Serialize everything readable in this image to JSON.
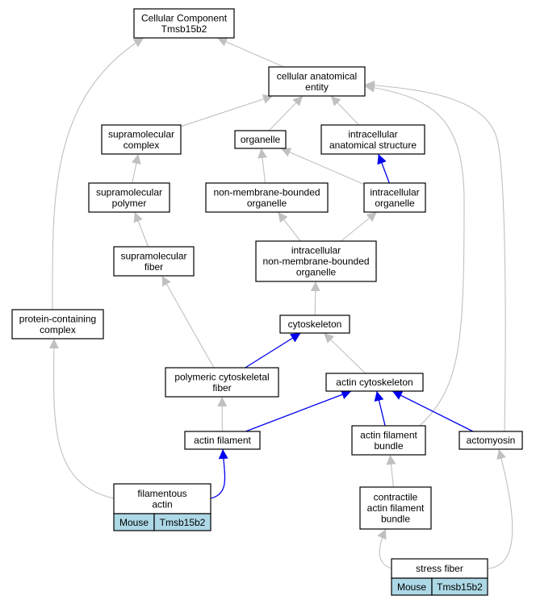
{
  "colors": {
    "edge_gray": "#c0c0c0",
    "edge_blue": "#0000ee",
    "annotation_fill": "#add8e6",
    "node_fill": "#ffffff"
  },
  "nodes": {
    "root": [
      "Cellular Component",
      "Tmsb15b2"
    ],
    "cae": [
      "cellular anatomical",
      "entity"
    ],
    "supcomplex": [
      "supramolecular",
      "complex"
    ],
    "organelle": [
      "organelle"
    ],
    "ias": [
      "intracellular",
      "anatomical structure"
    ],
    "suppolymer": [
      "supramolecular",
      "polymer"
    ],
    "nmbo": [
      "non-membrane-bounded",
      "organelle"
    ],
    "io": [
      "intracellular",
      "organelle"
    ],
    "supfiber": [
      "supramolecular",
      "fiber"
    ],
    "inmbo": [
      "intracellular",
      "non-membrane-bounded",
      "organelle"
    ],
    "pcc": [
      "protein-containing",
      "complex"
    ],
    "cytoskeleton": [
      "cytoskeleton"
    ],
    "pcf": [
      "polymeric cytoskeletal",
      "fiber"
    ],
    "acytoskeleton": [
      "actin cytoskeleton"
    ],
    "afilament": [
      "actin filament"
    ],
    "afbundle": [
      "actin filament",
      "bundle"
    ],
    "actomyosin": [
      "actomyosin"
    ],
    "factin": [
      "filamentous",
      "actin"
    ],
    "cafbundle": [
      "contractile",
      "actin filament",
      "bundle"
    ],
    "sfiber": [
      "stress fiber"
    ]
  },
  "annotations": {
    "factin": [
      "Mouse",
      "Tmsb15b2"
    ],
    "sfiber": [
      "Mouse",
      "Tmsb15b2"
    ]
  },
  "edges": [
    {
      "from": "cae",
      "to": "root",
      "kind": "is_a"
    },
    {
      "from": "supcomplex",
      "to": "cae",
      "kind": "is_a"
    },
    {
      "from": "organelle",
      "to": "cae",
      "kind": "is_a"
    },
    {
      "from": "ias",
      "to": "cae",
      "kind": "is_a"
    },
    {
      "from": "suppolymer",
      "to": "supcomplex",
      "kind": "is_a"
    },
    {
      "from": "nmbo",
      "to": "organelle",
      "kind": "is_a"
    },
    {
      "from": "io",
      "to": "organelle",
      "kind": "is_a"
    },
    {
      "from": "io",
      "to": "ias",
      "kind": "part_of"
    },
    {
      "from": "supfiber",
      "to": "suppolymer",
      "kind": "is_a"
    },
    {
      "from": "inmbo",
      "to": "nmbo",
      "kind": "is_a"
    },
    {
      "from": "inmbo",
      "to": "io",
      "kind": "is_a"
    },
    {
      "from": "cytoskeleton",
      "to": "inmbo",
      "kind": "is_a"
    },
    {
      "from": "pcf",
      "to": "supfiber",
      "kind": "is_a"
    },
    {
      "from": "pcf",
      "to": "cytoskeleton",
      "kind": "part_of"
    },
    {
      "from": "acytoskeleton",
      "to": "cytoskeleton",
      "kind": "is_a"
    },
    {
      "from": "afilament",
      "to": "pcf",
      "kind": "is_a"
    },
    {
      "from": "afilament",
      "to": "acytoskeleton",
      "kind": "part_of"
    },
    {
      "from": "afbundle",
      "to": "acytoskeleton",
      "kind": "part_of"
    },
    {
      "from": "afbundle",
      "to": "cae",
      "kind": "is_a"
    },
    {
      "from": "actomyosin",
      "to": "acytoskeleton",
      "kind": "part_of"
    },
    {
      "from": "actomyosin",
      "to": "cae",
      "kind": "is_a"
    },
    {
      "from": "pcc",
      "to": "root",
      "kind": "is_a"
    },
    {
      "from": "factin",
      "to": "pcc",
      "kind": "is_a"
    },
    {
      "from": "factin",
      "to": "afilament",
      "kind": "part_of"
    },
    {
      "from": "cafbundle",
      "to": "afbundle",
      "kind": "is_a"
    },
    {
      "from": "sfiber",
      "to": "cafbundle",
      "kind": "is_a"
    },
    {
      "from": "sfiber",
      "to": "actomyosin",
      "kind": "is_a"
    }
  ]
}
